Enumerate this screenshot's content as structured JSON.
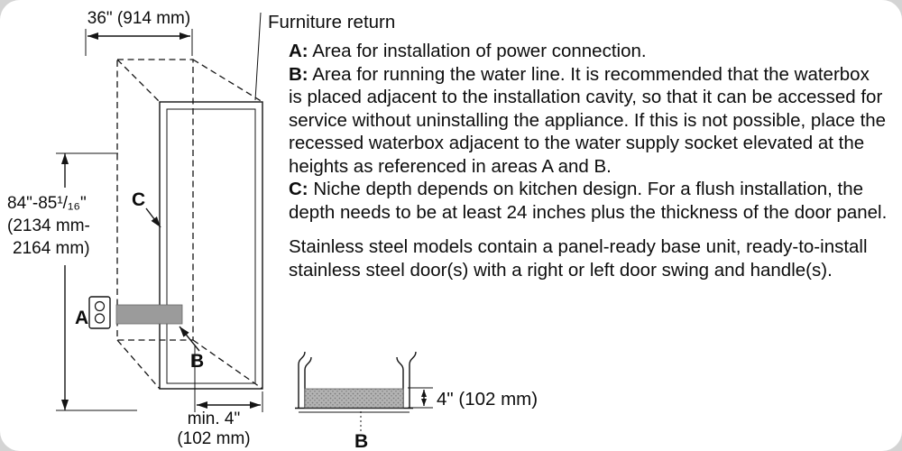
{
  "page": {
    "background": "#ffffff",
    "corner_color": "#d4d4d4",
    "accent_gray": "#9b9b9b"
  },
  "diagram": {
    "dim_width": "36\" (914 mm)",
    "furniture_return": "Furniture return",
    "dim_height_line1": "84\"-85¹/₁₆\"",
    "dim_height_line2": "(2134 mm-",
    "dim_height_line3": "2164 mm)",
    "label_a": "A",
    "label_b": "B",
    "label_c": "C",
    "dim_bottom_line1": "min. 4\"",
    "dim_bottom_line2": "(102 mm)",
    "outlet_icon": "power-outlet-icon"
  },
  "cross_section": {
    "dim": "4\" (102 mm)",
    "label_b": "B"
  },
  "notes": {
    "items": [
      {
        "label": "A:",
        "text": "Area for installation of power connection."
      },
      {
        "label": "B:",
        "text": "Area for running the water line. It is recommended that the waterbox is placed adjacent to the installation cavity, so that it can be accessed for service without uninstalling the appliance. If this is not possible, place the recessed waterbox adjacent to the water supply socket elevated at the heights as referenced in areas A and B."
      },
      {
        "label": "C:",
        "text": "Niche depth depends on kitchen design. For a flush installation, the depth needs to be at least 24 inches plus the thickness of the door panel."
      }
    ],
    "footer": "Stainless steel models contain a panel-ready base unit, ready-to-install stainless steel door(s) with a right or left door swing and handle(s)."
  }
}
